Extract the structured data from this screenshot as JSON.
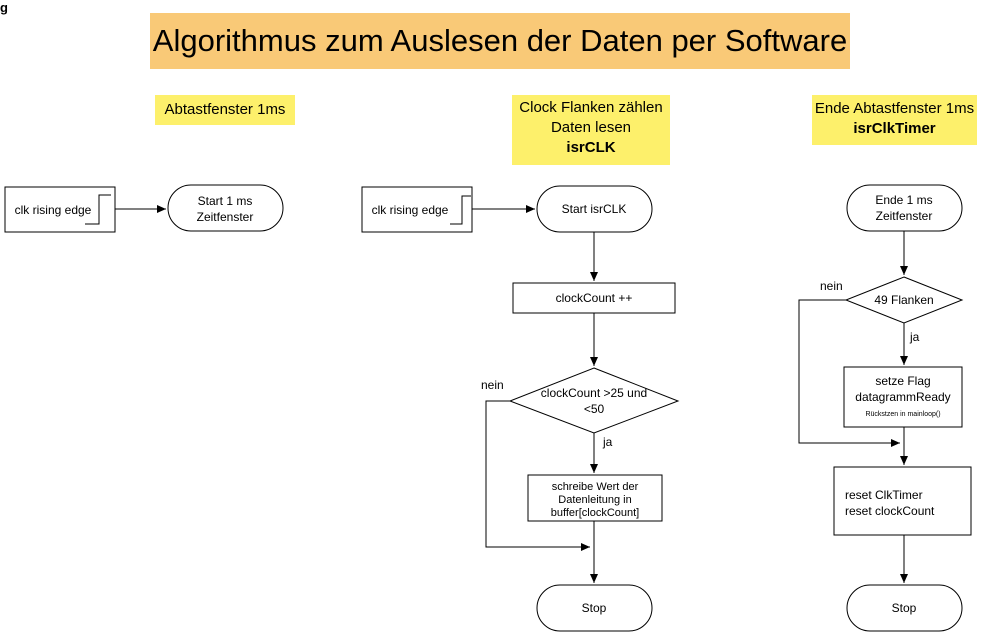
{
  "header": {
    "fragment": "g"
  },
  "title": "Algorithmus zum Auslesen der Daten per Software",
  "notes": {
    "left": [
      "Abtastfenster 1ms"
    ],
    "middle": [
      "Clock Flanken zählen",
      "Daten lesen",
      "isrCLK"
    ],
    "right": [
      "Ende Abtastfenster 1ms",
      "isrClkTimer"
    ]
  },
  "flow_left": {
    "trigger": "clk rising edge",
    "start": [
      "Start 1 ms",
      "Zeitfenster"
    ]
  },
  "flow_middle": {
    "trigger": "clk rising edge",
    "start": "Start isrCLK",
    "increment": "clockCount ++",
    "decision": [
      "clockCount >25 und",
      "<50"
    ],
    "yes": "ja",
    "no": "nein",
    "write": [
      "schreibe Wert der",
      "Datenleitung in",
      "buffer[clockCount]"
    ],
    "stop": "Stop"
  },
  "flow_right": {
    "start": [
      "Ende 1 ms",
      "Zeitfenster"
    ],
    "decision": "49 Flanken",
    "yes": "ja",
    "no": "nein",
    "flag": [
      "setze Flag",
      "datagrammReady"
    ],
    "flag_note": "Rückstzen in mainloop()",
    "reset": [
      "reset ClkTimer",
      "reset clockCount"
    ],
    "stop": "Stop"
  }
}
